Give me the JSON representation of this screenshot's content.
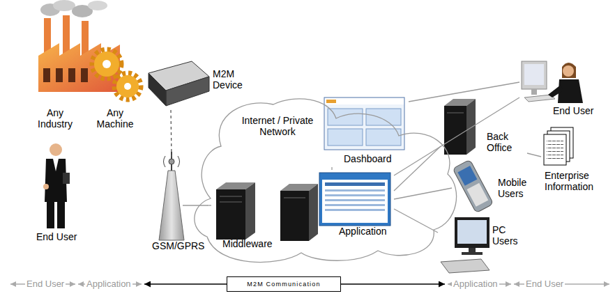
{
  "diagram": {
    "nodes": [
      {
        "text": [
          "M2M Device"
        ]
      },
      {
        "text": [
          "Internet / Private Network"
        ]
      },
      {
        "text": [
          "Dashboard"
        ],
        "in": 1
      },
      {
        "text": [
          "Middleware"
        ],
        "in": 1
      },
      {
        "text": [
          "Application"
        ],
        "in": 1
      },
      {
        "text": [
          "End User"
        ]
      },
      {
        "text": [
          "Back Office"
        ]
      },
      {
        "text": [
          "Enterprise Information"
        ]
      },
      {
        "text": [
          "Mobile Users"
        ]
      },
      {
        "text": [
          "PC Users"
        ]
      },
      {
        "text": [
          "GSM/GPRS"
        ]
      },
      {
        "text": [
          "M2M Communication"
        ]
      }
    ],
    "edges": [
      {
        "from": 0,
        "to": 10,
        "arrow": "none"
      },
      {
        "from": 10,
        "to": 3,
        "arrow": "none"
      },
      {
        "from": 2,
        "to": 4,
        "arrow": "none"
      },
      {
        "from": 2,
        "to": 5,
        "arrow": "none"
      },
      {
        "from": 4,
        "to": 5,
        "arrow": "none"
      },
      {
        "from": 4,
        "to": 6,
        "arrow": "none"
      },
      {
        "from": 4,
        "to": 8,
        "arrow": "none"
      },
      {
        "from": 4,
        "to": 9,
        "arrow": "none"
      },
      {
        "from": 6,
        "to": 7,
        "arrow": "none"
      }
    ],
    "labels": [
      "Any Industry",
      "Any Machine",
      "End User",
      "End User",
      "Application",
      "Application",
      "End User"
    ]
  }
}
